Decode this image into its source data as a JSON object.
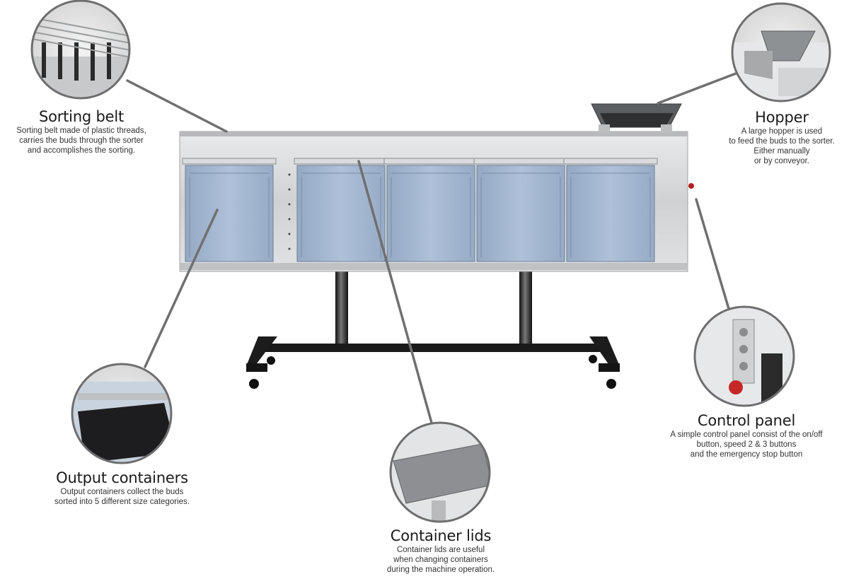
{
  "callouts": {
    "sorting_belt": {
      "title": "Sorting belt",
      "lines": [
        "Sorting belt made of  plastic threads,",
        "carries the buds through the sorter",
        "and accomplishes the sorting."
      ]
    },
    "hopper": {
      "title": "Hopper",
      "lines": [
        "A large hopper is used",
        "to feed the buds to the sorter.",
        "Either manually",
        "or by conveyor."
      ]
    },
    "control_panel": {
      "title": "Control panel",
      "lines": [
        "A simple control panel consist of the on/off",
        "button, speed 2 & 3 buttons",
        "and the emergency stop button"
      ]
    },
    "output_containers": {
      "title": "Output containers",
      "lines": [
        "Output containers collect the buds",
        "sorted into 5 different size categories."
      ]
    },
    "container_lids": {
      "title": "Container lids",
      "lines": [
        "Container lids are useful",
        "when changing containers",
        "during the machine operation."
      ]
    }
  },
  "colors": {
    "leader_line": "#707070",
    "bubble_border": "#6e6e6e",
    "steel": "#c9cbcd",
    "container": "#a9bcd6",
    "frame": "#1c1c1c"
  }
}
